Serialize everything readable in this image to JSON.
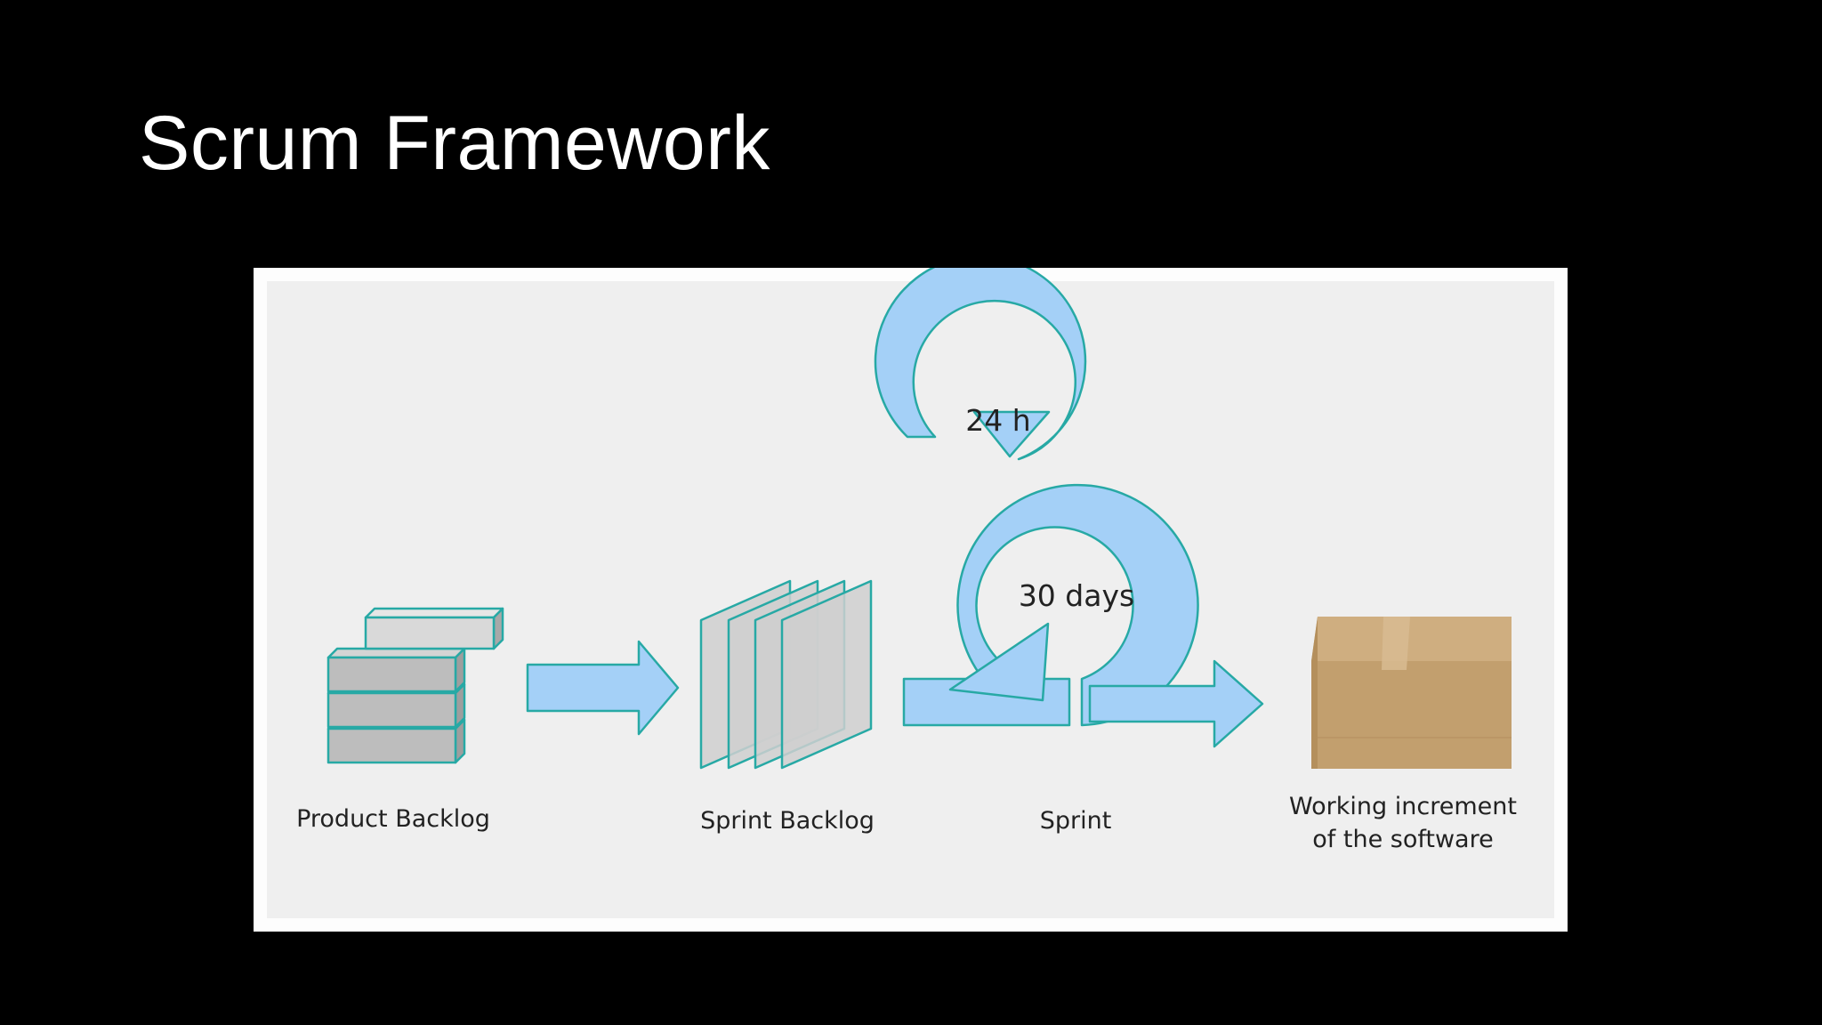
{
  "slide": {
    "title": "Scrum Framework"
  },
  "diagram": {
    "loops": {
      "daily": "24 h",
      "sprint": "30 days"
    },
    "stages": [
      {
        "label": "Product Backlog"
      },
      {
        "label": "Sprint Backlog"
      },
      {
        "label": "Sprint"
      },
      {
        "label_line1": "Working increment",
        "label_line2": "of the software"
      }
    ],
    "colors": {
      "background": "#000000",
      "panel": "#efefef",
      "arrow_fill": "#a4d0f7",
      "arrow_stroke": "#27a9a5",
      "block_fill": "#bdbdbd",
      "box_fill": "#c29f6e"
    }
  }
}
